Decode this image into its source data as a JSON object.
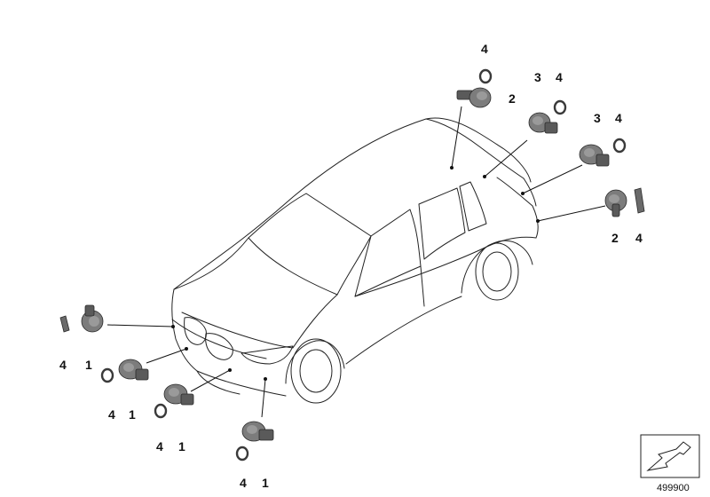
{
  "diagram": {
    "callouts": [
      {
        "id": "c1",
        "text": "4"
      },
      {
        "id": "c2",
        "text": "2"
      },
      {
        "id": "c3",
        "text": "3"
      },
      {
        "id": "c4",
        "text": "4"
      },
      {
        "id": "c5",
        "text": "3"
      },
      {
        "id": "c6",
        "text": "4"
      },
      {
        "id": "c7",
        "text": "2"
      },
      {
        "id": "c8",
        "text": "4"
      },
      {
        "id": "c9",
        "text": "4"
      },
      {
        "id": "c10",
        "text": "1"
      },
      {
        "id": "c11",
        "text": "4"
      },
      {
        "id": "c12",
        "text": "1"
      },
      {
        "id": "c13",
        "text": "4"
      },
      {
        "id": "c14",
        "text": "1"
      },
      {
        "id": "c15",
        "text": "4"
      },
      {
        "id": "c16",
        "text": "1"
      }
    ],
    "reference_number": "499900"
  }
}
